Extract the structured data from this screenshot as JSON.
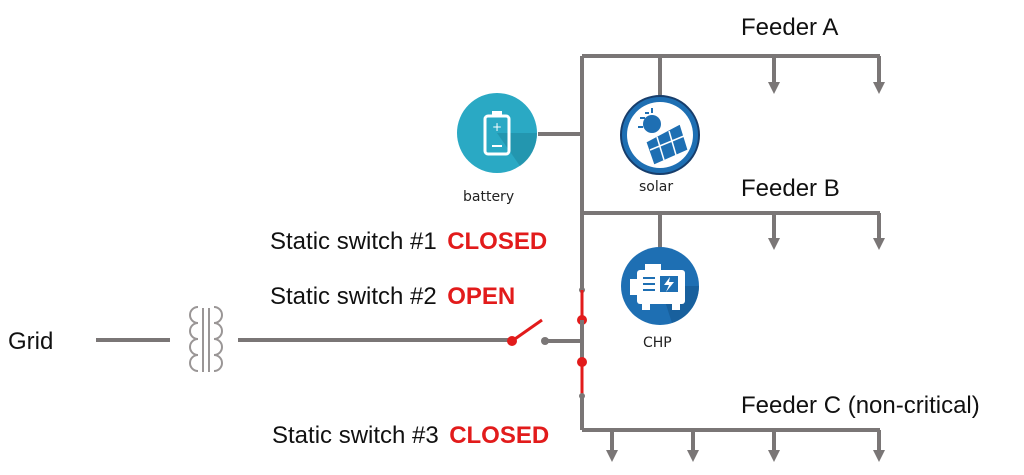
{
  "labels": {
    "grid": "Grid",
    "feeder_a": "Feeder A",
    "feeder_b": "Feeder B",
    "feeder_c": "Feeder C (non-critical)"
  },
  "switches": [
    {
      "label": "Static switch #1",
      "state": "CLOSED"
    },
    {
      "label": "Static switch #2",
      "state": "OPEN"
    },
    {
      "label": "Static switch #3",
      "state": "CLOSED"
    }
  ],
  "sources": {
    "battery": "battery",
    "solar": "solar",
    "chp": "CHP"
  },
  "icons": {
    "battery": "battery-icon",
    "solar": "solar-panel-icon",
    "chp": "generator-icon",
    "transformer": "transformer-icon"
  },
  "colors": {
    "line": "#7a7676",
    "switch_state": "#e21b1b",
    "battery": "#2aa9c4",
    "solar": "#1e6fb3",
    "chp": "#1e6fb3"
  }
}
